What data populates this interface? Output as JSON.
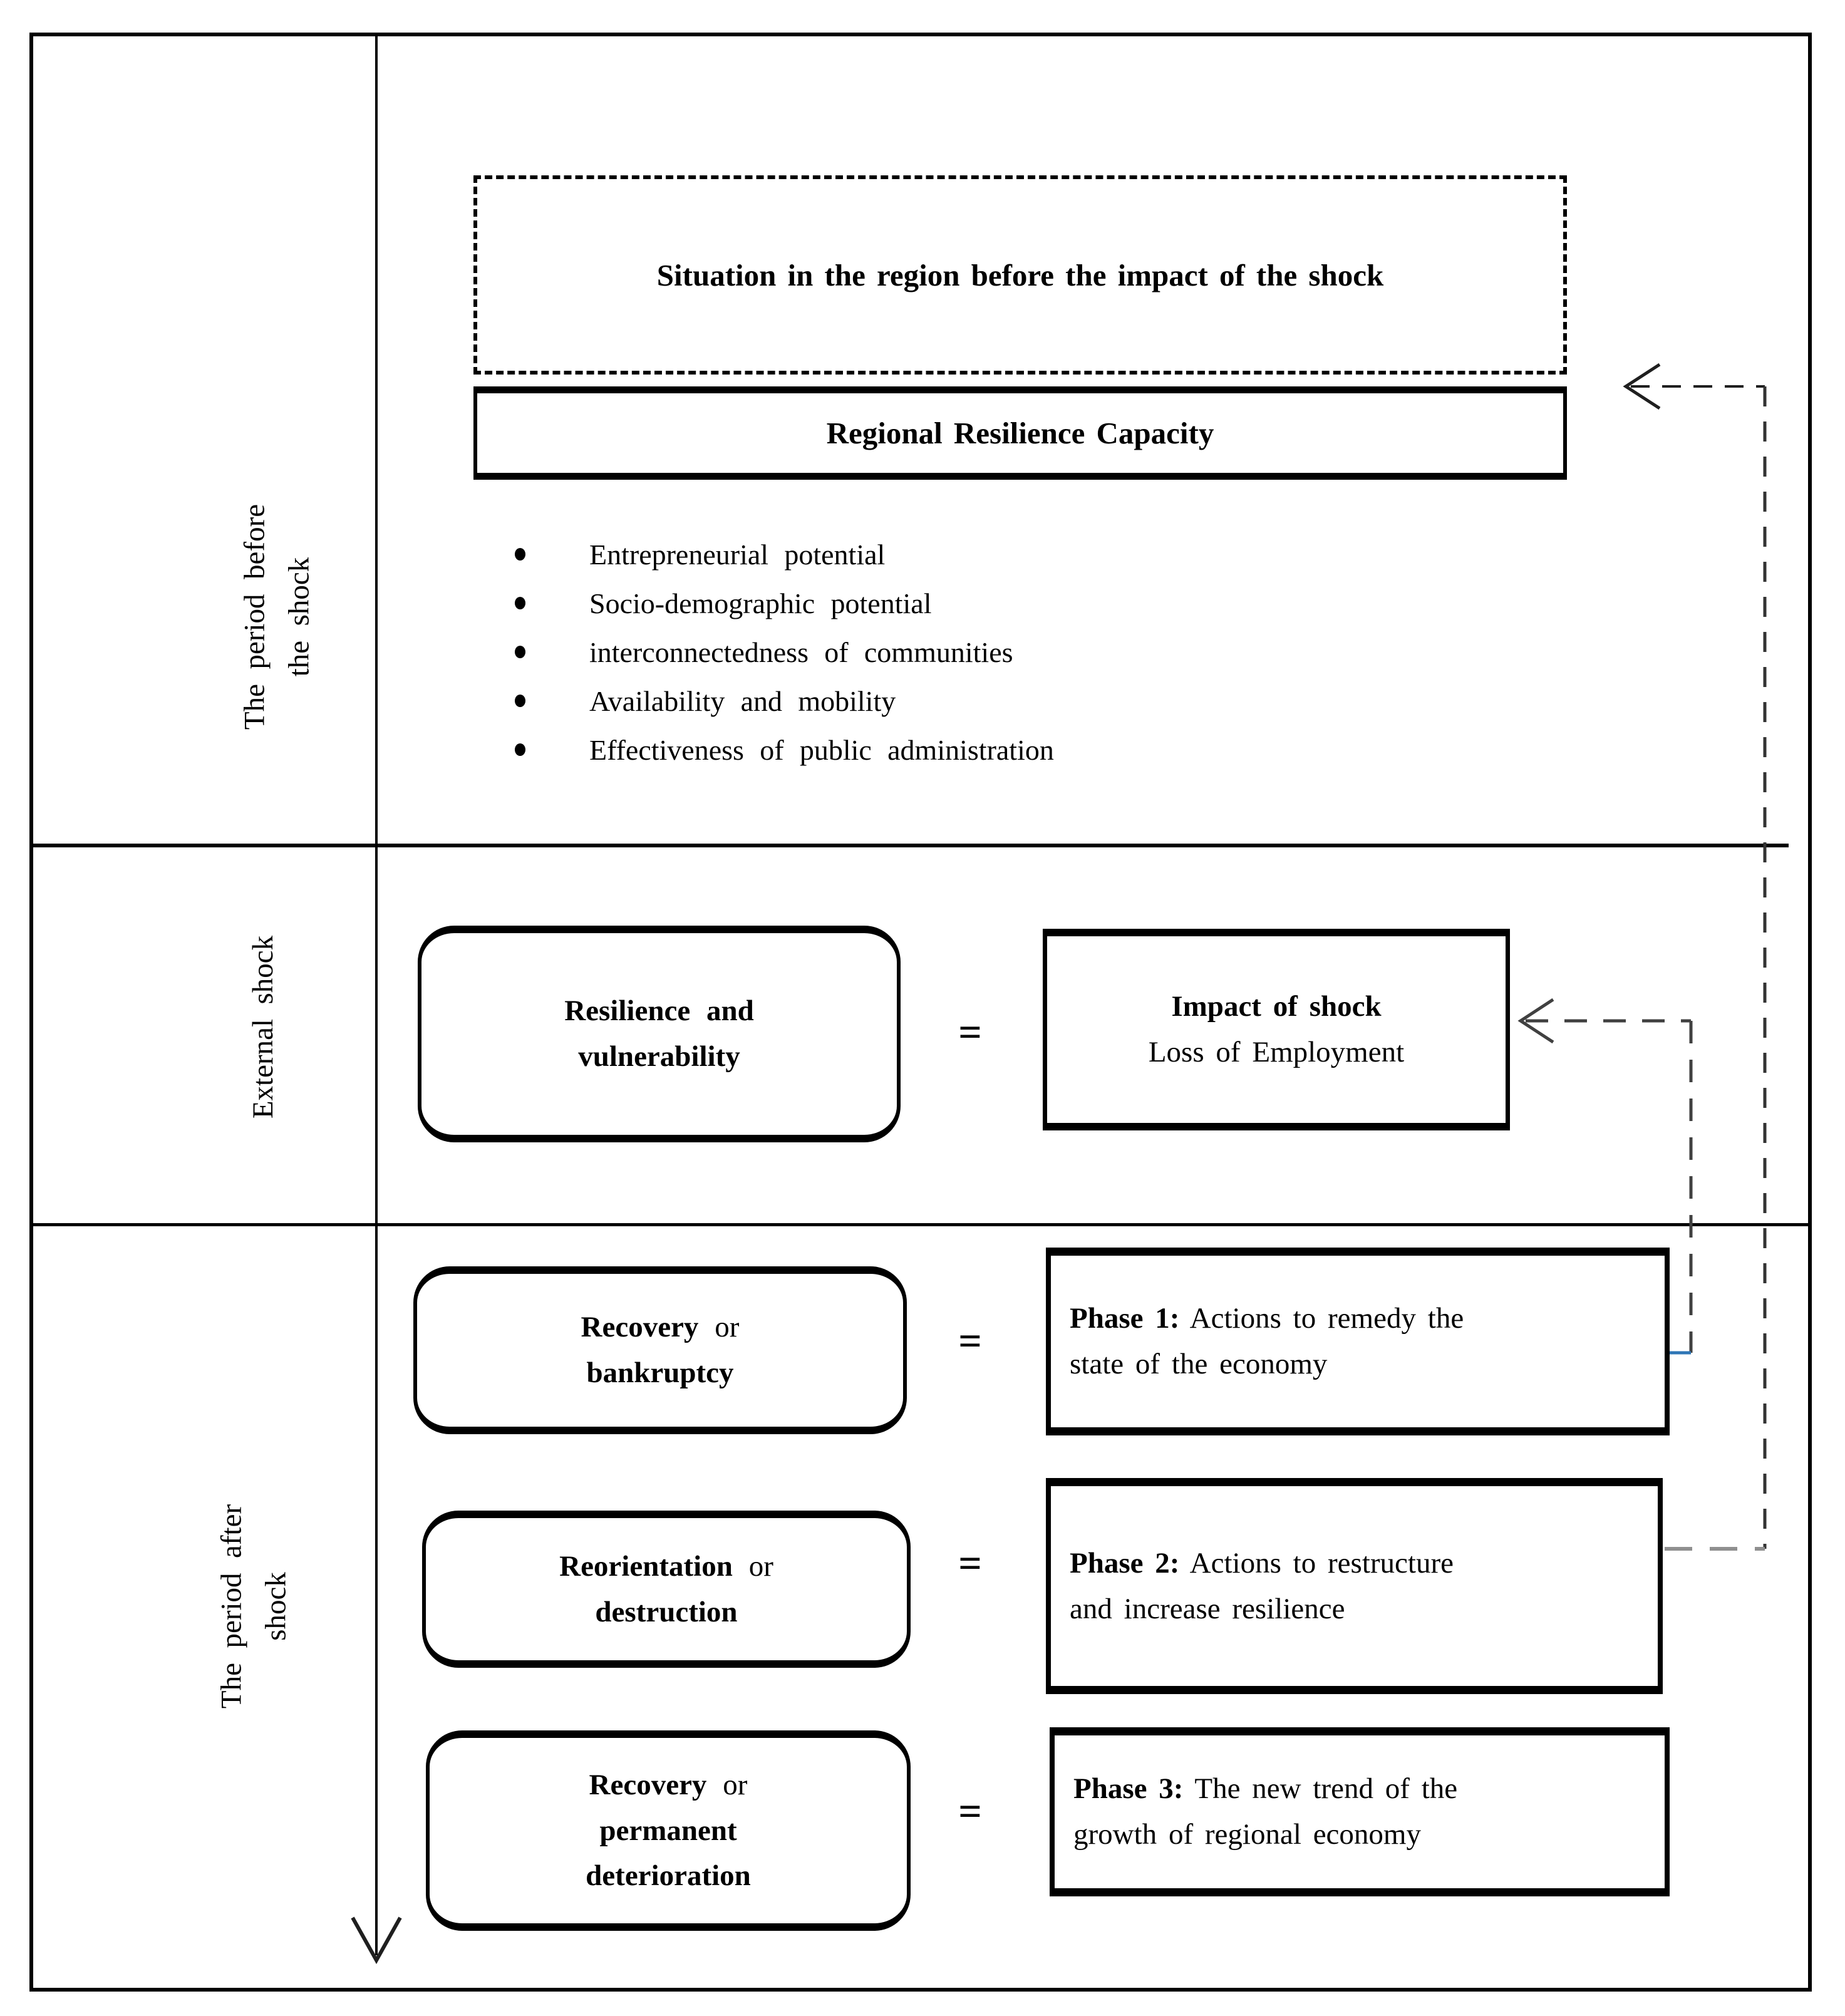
{
  "colors": {
    "ink": "#000000",
    "connector_dark": "#1f1f1f",
    "connector_mid": "#404040",
    "connector_light": "#8f8f8f",
    "highlight_blue": "#2E75B6"
  },
  "side_labels": {
    "before": {
      "line1": "The period before",
      "line2": "the shock"
    },
    "external": {
      "line1": "External shock"
    },
    "after": {
      "line1": "The period after",
      "line2": "shock"
    }
  },
  "top_section": {
    "situation_box": "Situation in the region before the impact of the shock",
    "capacity_box": "Regional Resilience Capacity",
    "bullets": [
      "Entrepreneurial potential",
      "Socio-demographic potential",
      "interconnectedness of communities",
      "Availability and mobility",
      "Effectiveness of public administration"
    ]
  },
  "middle_section": {
    "left_box_lines": [
      {
        "bold": "Resilience and",
        "rest": ""
      },
      {
        "bold": "vulnerability",
        "rest": ""
      }
    ],
    "equals": "=",
    "right_box_lines": [
      {
        "bold": "Impact of shock",
        "rest": ""
      },
      {
        "bold": "",
        "rest": "Loss of Employment"
      }
    ]
  },
  "bottom_section": {
    "rows": [
      {
        "left_lines": [
          {
            "bold": "Recovery",
            "rest": " or"
          },
          {
            "bold": "bankruptcy",
            "rest": ""
          }
        ],
        "equals": "=",
        "phase_lines": [
          {
            "bold": "Phase 1:",
            "rest": " Actions to remedy the"
          },
          {
            "bold": "",
            "rest": "state of the economy"
          }
        ]
      },
      {
        "left_lines": [
          {
            "bold": "Reorientation",
            "rest": " or"
          },
          {
            "bold": "destruction",
            "rest": ""
          }
        ],
        "equals": "=",
        "phase_lines": [
          {
            "bold": "Phase 2:",
            "rest": " Actions to restructure"
          },
          {
            "bold": "",
            "rest": "and increase resilience"
          }
        ]
      },
      {
        "left_lines": [
          {
            "bold": "Recovery",
            "rest": " or"
          },
          {
            "bold": "permanent",
            "rest": ""
          },
          {
            "bold": "deterioration",
            "rest": ""
          }
        ],
        "equals": "=",
        "phase_lines": [
          {
            "bold": "Phase 3:",
            "rest": " The new trend of the"
          },
          {
            "bold": "",
            "rest": "growth of regional economy"
          }
        ]
      }
    ]
  }
}
